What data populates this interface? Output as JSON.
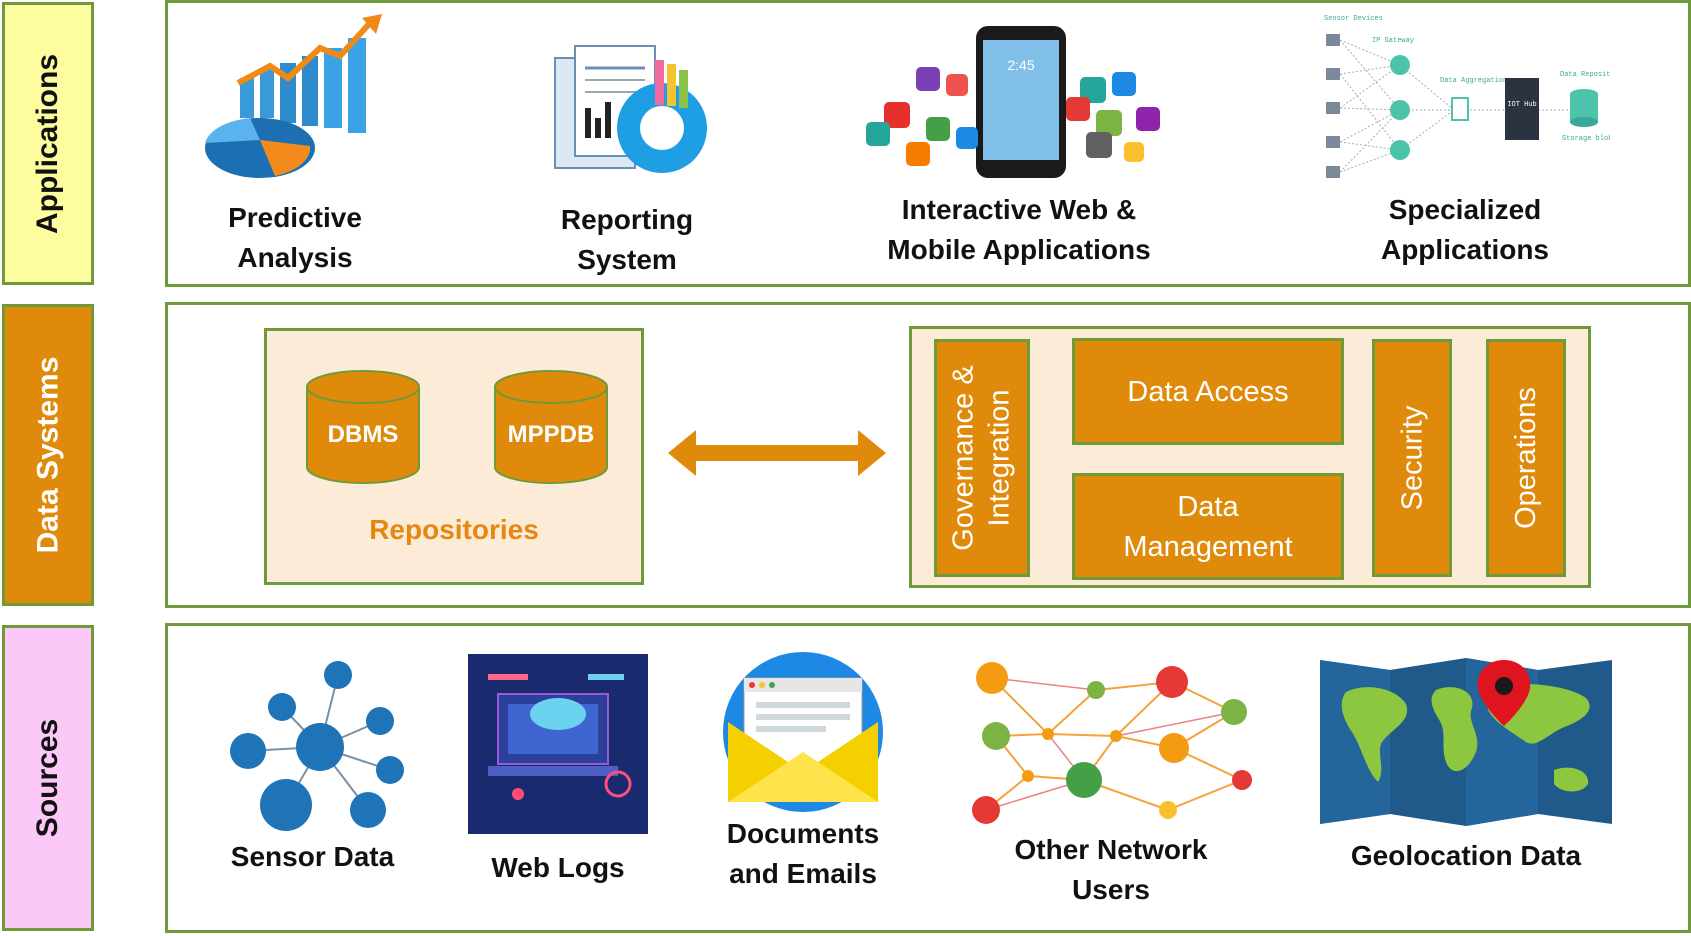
{
  "layers": {
    "applications": "Applications",
    "data_systems": "Data Systems",
    "sources": "Sources"
  },
  "colors": {
    "frame_green": "#6f9a3a",
    "applications_bg": "#fdfda0",
    "data_systems_bg": "#e08a0b",
    "sources_bg": "#fbc8f8",
    "box_fill": "#fcebd7",
    "repositories_text": "#e6870f"
  },
  "applications": [
    {
      "line1": "Predictive",
      "line2": "Analysis",
      "icon": "predictive-chart-icon"
    },
    {
      "line1": "Reporting",
      "line2": "System",
      "icon": "report-documents-icon"
    },
    {
      "line1": "Interactive Web &",
      "line2": "Mobile Applications",
      "icon": "mobile-apps-icon"
    },
    {
      "line1": "Specialized",
      "line2": "Applications",
      "icon": "iot-network-icon"
    }
  ],
  "iot_diagram": {
    "sensor_devices": "Sensor Devices",
    "ip_gateway": "IP Gateway",
    "data_aggregation": "Data Aggregation",
    "iot_hub": "IOT Hub",
    "data_repository": "Data Repository",
    "storage_blobs": "Storage blobs"
  },
  "phone_time": "2:45",
  "data_systems": {
    "repositories": {
      "label": "Repositories",
      "items": [
        "DBMS",
        "MPPDB"
      ]
    },
    "arrow": "bidirectional-arrow-icon",
    "management": {
      "governance_line1": "Governance &",
      "governance_line2": "Integration",
      "data_access": "Data Access",
      "data_management_line1": "Data",
      "data_management_line2": "Management",
      "security": "Security",
      "operations": "Operations"
    }
  },
  "sources": [
    {
      "line1": "Sensor Data",
      "line2": "",
      "icon": "sensor-network-icon"
    },
    {
      "line1": "Web Logs",
      "line2": "",
      "icon": "web-logs-icon"
    },
    {
      "line1": "Documents",
      "line2": "and Emails",
      "icon": "email-envelope-icon"
    },
    {
      "line1": "Other Network",
      "line2": "Users",
      "icon": "user-network-icon"
    },
    {
      "line1": "Geolocation Data",
      "line2": "",
      "icon": "world-map-pin-icon"
    }
  ]
}
